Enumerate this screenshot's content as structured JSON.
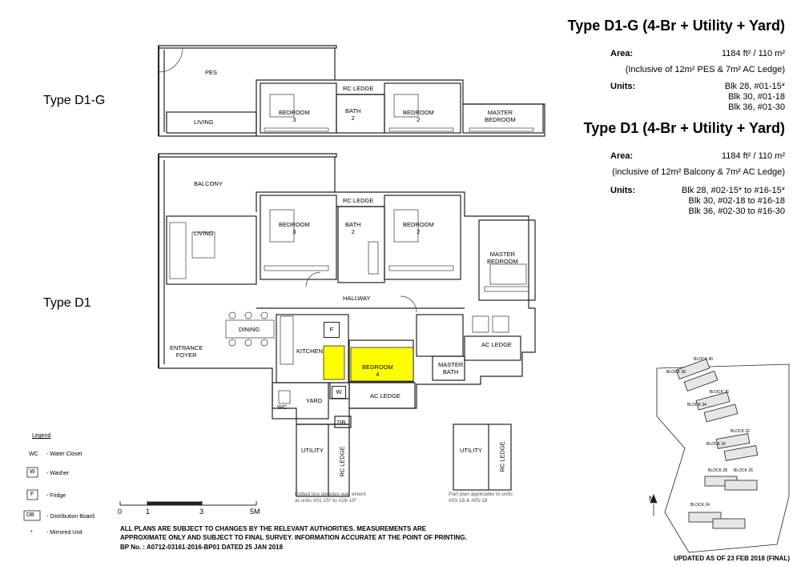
{
  "header": {
    "d1g": {
      "title": "Type D1-G (4-Br + Utility + Yard)",
      "area_label": "Area:",
      "area_value": "1184 ft² / 110 m²",
      "area_note": "(Inclusive of 12m² PES & 7m² AC Ledge)",
      "units_label": "Units:",
      "units": [
        "Blk 28, #01-15*",
        "Blk 30, #01-18",
        "Blk 36, #01-30"
      ]
    },
    "d1": {
      "title": "Type D1 (4-Br + Utility + Yard)",
      "area_label": "Area:",
      "area_value": "1184 ft² / 110 m²",
      "area_note": "(inclusive of 12m² Balcony & 7m² AC Ledge)",
      "units_label": "Units:",
      "units": [
        "Blk 28, #02-15* to #16-15*",
        "Blk 30, #02-18 to #16-18",
        "Blk 36, #02-30 to #16-30"
      ]
    }
  },
  "plan_labels": {
    "type_d1g": "Type D1-G",
    "type_d1": "Type D1"
  },
  "rooms_d1g": {
    "pes": "PES",
    "living": "LIVING",
    "bedroom3": "BEDROOM\n3",
    "rc_ledge": "RC LEDGE",
    "bath2": "BATH\n2",
    "bedroom2": "BEDROOM\n2",
    "master_bedroom": "MASTER\nBEDROOM"
  },
  "rooms_d1": {
    "balcony": "BALCONY",
    "living": "LIVING",
    "bedroom3": "BEDROOM\n3",
    "rc_ledge": "RC LEDGE",
    "bath2": "BATH\n2",
    "bedroom2": "BEDROOM\n2",
    "master_bedroom": "MASTER\nBEDROOM",
    "hallway": "HALLWAY",
    "dining": "DINING",
    "entrance_foyer": "ENTRANCE\nFOYER",
    "kitchen": "KITCHEN",
    "fridge": "F",
    "bedroom4": "BEDROOM\n4",
    "master_bath": "MASTER\nBATH",
    "ac_ledge_right": "AC LEDGE",
    "ac_ledge_bottom": "AC LEDGE",
    "washer": "W",
    "wc": "WC",
    "yard": "YARD",
    "db": "DB",
    "utility": "UTILITY",
    "rc_ledge_vertical": "RC LEDGE"
  },
  "part_plan": {
    "utility": "UTILITY",
    "rc_ledge": "RC LEDGE"
  },
  "notes": {
    "dotted": "Dotted line denotes wall extent\nat units #01-15* to #16-15*",
    "part_plan": "Part plan applicable to units\n#03-18 & #05-18"
  },
  "legend": {
    "title": "Legend",
    "items": [
      {
        "symbol": "WC",
        "text": "- Water Closet"
      },
      {
        "symbol": "W",
        "text": "- Washer"
      },
      {
        "symbol": "F",
        "text": "- Fridge"
      },
      {
        "symbol": "DB",
        "text": "- Distribution Board"
      },
      {
        "symbol": "*",
        "text": "- Mirrored Unit"
      }
    ]
  },
  "scale": {
    "ticks": [
      "0",
      "1",
      "3",
      "5M"
    ]
  },
  "footer": {
    "line1": "ALL PLANS ARE SUBJECT TO CHANGES BY THE RELEVANT AUTHORITIES. MEASUREMENTS ARE",
    "line2": "APPROXIMATE ONLY AND SUBJECT TO FINAL SURVEY. INFORMATION ACCURATE AT THE POINT OF PRINTING.",
    "line3": "BP No. : A0712-03161-2016-BP01 DATED 25 JAN 2018",
    "updated": "UPDATED AS OF 23 FEB 2018 (FINAL)"
  },
  "key_plan": {
    "north": "N",
    "blocks": [
      "BLOCK 40",
      "BLOCK 38",
      "BLOCK 36",
      "BLOCK 34",
      "BLOCK 32",
      "BLOCK 30",
      "BLOCK 28",
      "BLOCK 26",
      "BLOCK 24"
    ]
  },
  "colors": {
    "highlight": "#ffff00",
    "line": "#222222"
  }
}
